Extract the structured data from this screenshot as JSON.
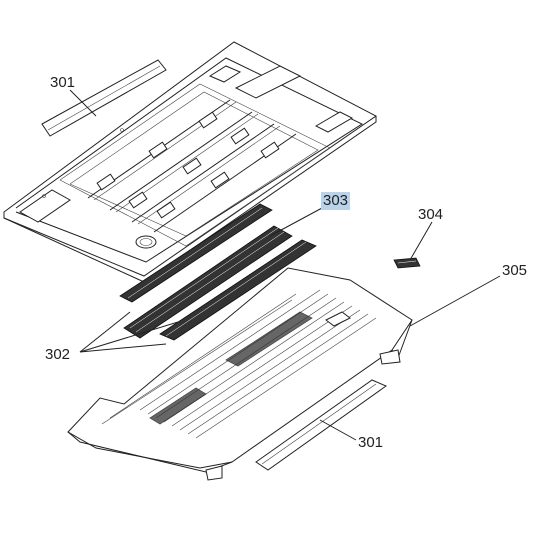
{
  "labels": {
    "l301a": "301",
    "l303": "303",
    "l304": "304",
    "l305": "305",
    "l302": "302",
    "l301b": "301"
  },
  "highlight_color": "#b9d3ea"
}
